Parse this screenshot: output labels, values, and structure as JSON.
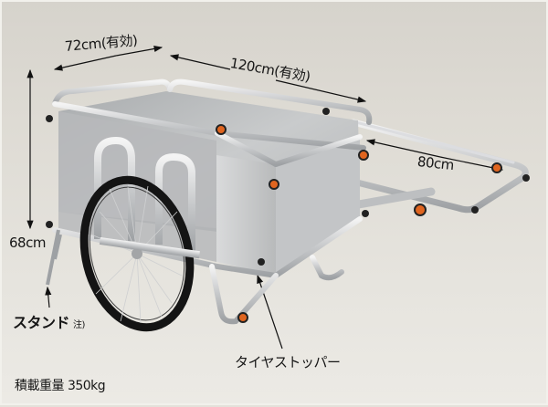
{
  "image": {
    "subject": "aluminum handcart with dimension annotations",
    "background_color": "#e4e1da",
    "accent_color": "#e0651f"
  },
  "dimensions": {
    "width_label": "72cm(有効)",
    "length_label": "120cm(有効)",
    "handle_label": "80cm",
    "height_label": "68cm"
  },
  "callouts": {
    "stand": "スタンド",
    "stand_note": "注)",
    "tire_stopper": "タイヤストッパー"
  },
  "specs": {
    "load_capacity": "積載重量 350kg"
  }
}
